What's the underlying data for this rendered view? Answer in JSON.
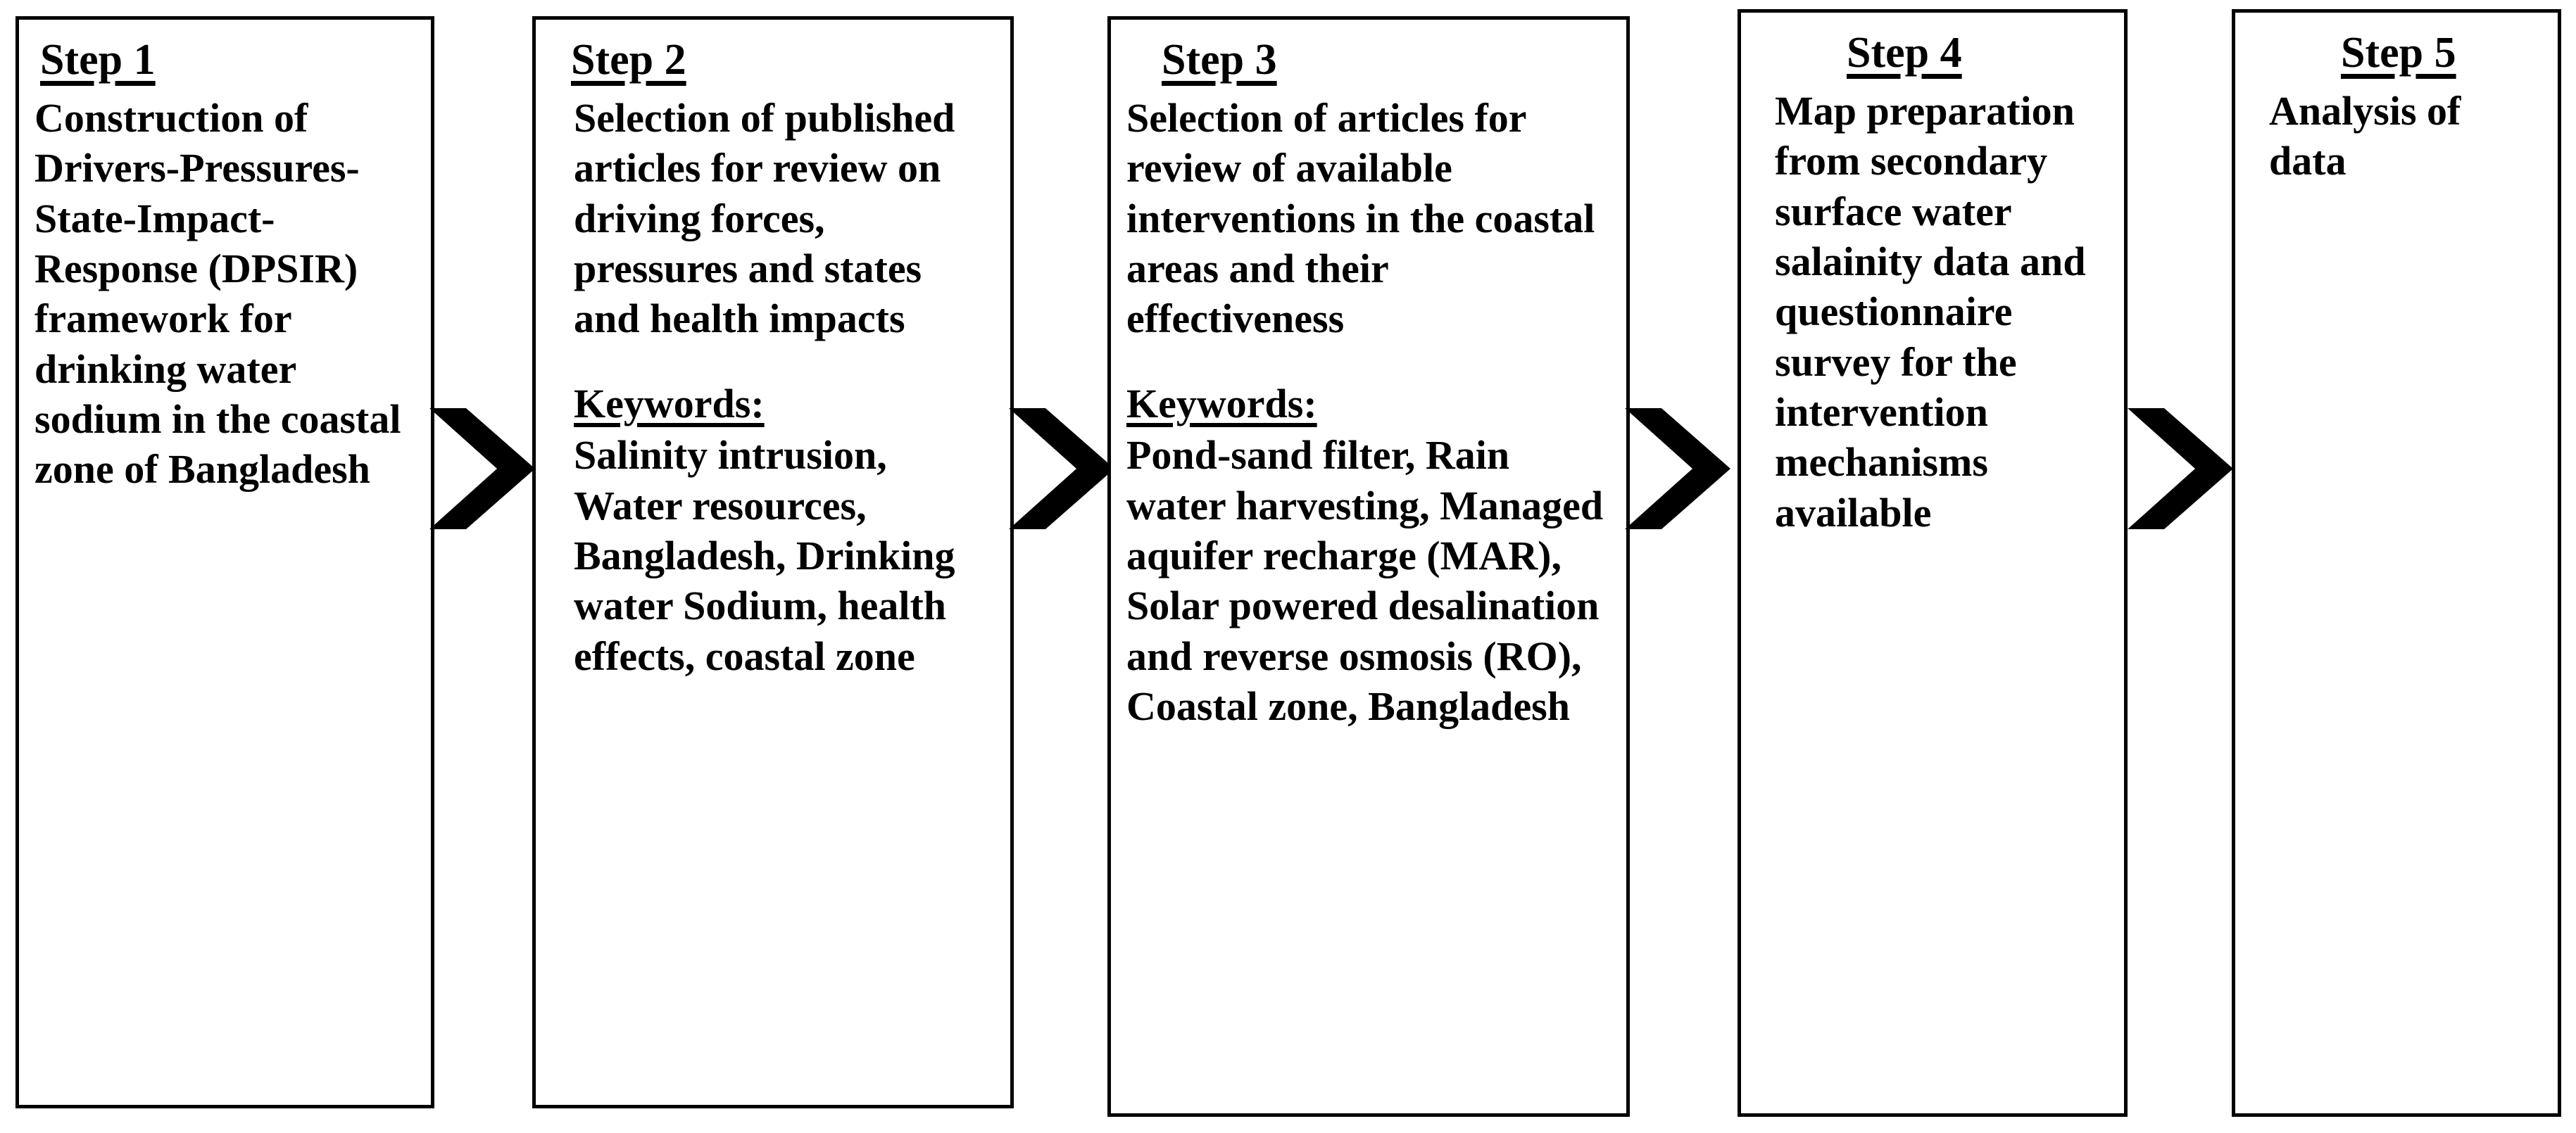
{
  "diagram": {
    "title_prefix": "Step",
    "orientation": "horizontal-flow",
    "colors": {
      "box_border": "#000000",
      "background": "#ffffff",
      "text": "#000000",
      "arrow": "#000000"
    },
    "steps": [
      {
        "heading": "Step 1",
        "body": "Construction of Drivers-Pressures-State-Impact-Response (DPSIR) framework for drinking water sodium in the coastal zone of Bangladesh",
        "keywords_label": "",
        "keywords": ""
      },
      {
        "heading": "Step 2",
        "body": "Selection of published articles for review on driving forces, pressures and states and health impacts",
        "keywords_label": "Keywords:",
        "keywords": "Salinity intrusion, Water resources, Bangladesh, Drinking water Sodium, health effects, coastal zone"
      },
      {
        "heading": "Step 3",
        "body": "Selection of articles for review of available interventions in the coastal areas and their effectiveness",
        "keywords_label": "Keywords:",
        "keywords": "Pond-sand filter, Rain water harvesting, Managed aquifer recharge (MAR), Solar powered desalination and reverse osmosis (RO), Coastal zone, Bangladesh"
      },
      {
        "heading": "Step 4",
        "body": "Map preparation from secondary surface water salainity data and questionnaire survey for the intervention mechanisms available",
        "keywords_label": "",
        "keywords": ""
      },
      {
        "heading": "Step 5",
        "body": "Analysis of data",
        "keywords_label": "",
        "keywords": ""
      }
    ],
    "connectors": [
      {
        "name": "chevron-1-to-2",
        "from": "Step 1",
        "to": "Step 2"
      },
      {
        "name": "chevron-2-to-3",
        "from": "Step 2",
        "to": "Step 3"
      },
      {
        "name": "chevron-3-to-4",
        "from": "Step 3",
        "to": "Step 4"
      },
      {
        "name": "chevron-4-to-5",
        "from": "Step 4",
        "to": "Step 5"
      }
    ]
  }
}
